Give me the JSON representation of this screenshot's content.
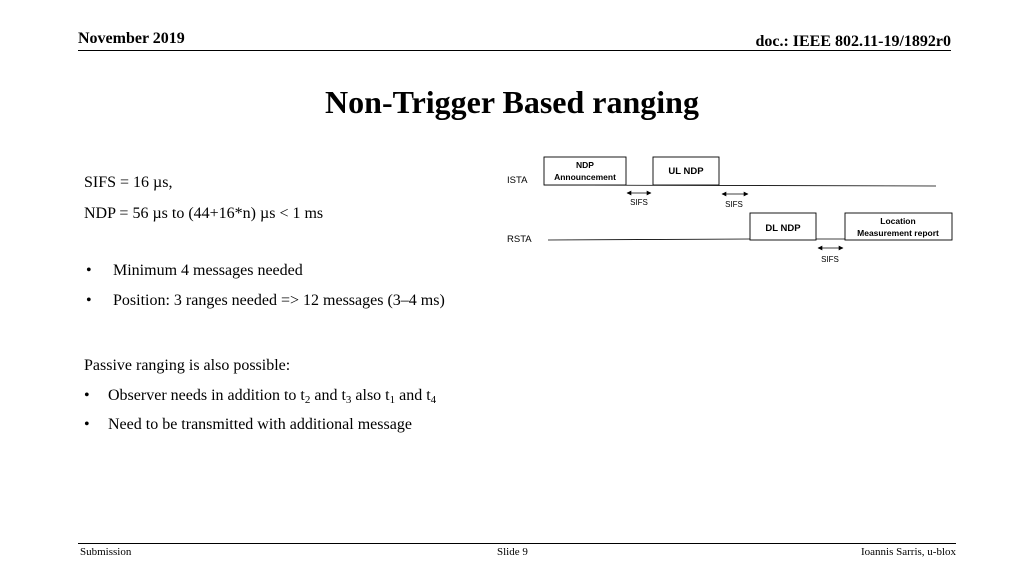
{
  "header": {
    "date": "November 2019",
    "doc": "doc.: IEEE 802.11-19/1892r0"
  },
  "title": "Non-Trigger Based ranging",
  "timing": {
    "sifs": "SIFS = 16 µs,",
    "ndp": "NDP = 56 µs to (44+16*n) µs < 1 ms"
  },
  "bullets": [
    "Minimum 4 messages needed",
    "Position: 3 ranges needed => 12 messages (3–4 ms)"
  ],
  "passive": {
    "intro": "Passive ranging is also possible:",
    "b1_prefix": "Observer needs in addition to t",
    "b1_sub1": "2",
    "b1_and1": " and t",
    "b1_sub2": "3",
    "b1_also": " also t",
    "b1_sub3": "1",
    "b1_and2": " and t",
    "b1_sub4": "4",
    "b2": "Need to be transmitted with additional message"
  },
  "bullet_symbol": "•",
  "diagram": {
    "istaLabel": "ISTA",
    "rstaLabel": "RSTA",
    "ndpAnn1": "NDP",
    "ndpAnn2": "Announcement",
    "ulNdp": "UL NDP",
    "dlNdp": "DL NDP",
    "loc1": "Location",
    "loc2": "Measurement report",
    "sifs": "SIFS"
  },
  "footer": {
    "left": "Submission",
    "center": "Slide 9",
    "right": "Ioannis Sarris, u-blox"
  }
}
